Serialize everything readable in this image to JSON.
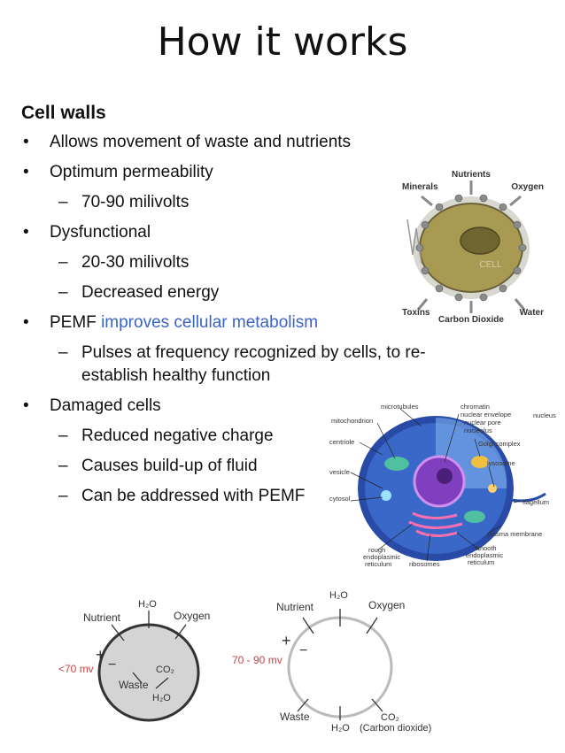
{
  "title": "How it works",
  "section_heading": "Cell walls",
  "bullets": {
    "b1": "Allows movement of waste and nutrients",
    "b2": "Optimum permeability",
    "b2_s1": "70-90 milivolts",
    "b3": "Dysfunctional",
    "b3_s1": "20-30 milivolts",
    "b3_s2": "Decreased energy",
    "b4_prefix": "PEMF ",
    "b4_highlight": "improves cellular metabolism",
    "b4_s1": "Pulses at frequency recognized by cells, to re-establish healthy function",
    "b5": "Damaged cells",
    "b5_s1": "Reduced negative charge",
    "b5_s2": "Causes build-up of fluid",
    "b5_s3": "Can be addressed with PEMF"
  },
  "cell_diagram": {
    "nutrients": "Nutrients",
    "minerals": "Minerals",
    "oxygen": "Oxygen",
    "cell": "CELL",
    "toxins": "Toxins",
    "carbon_dioxide": "Carbon Dioxide",
    "water": "Water"
  },
  "animal_cell": {
    "microtubules": "microtubules",
    "chromatin": "chromatin",
    "nuclear_envelope": "nuclear envelope",
    "nuclear_pore": "nuclear pore",
    "nucleolus": "nucleolus",
    "nucleus": "nucleus",
    "mitochondrion": "mitochondrion",
    "golgi": "Golgi complex",
    "centriole": "centriole",
    "lysosome": "lysosome",
    "vesicle": "vesicle",
    "cytosol": "cytosol",
    "flagellum": "flagellum",
    "plasma_membrane": "plasma membrane",
    "rough_er_1": "rough",
    "rough_er_2": "endoplasmic",
    "rough_er_3": "reticulum",
    "ribosomes": "ribosomes",
    "smooth_er_1": "smooth",
    "smooth_er_2": "endoplasmic",
    "smooth_er_3": "reticulum"
  },
  "damaged_cell": {
    "nutrient": "Nutrient",
    "h2o": "H₂O",
    "oxygen": "Oxygen",
    "plus": "+",
    "minus": "−",
    "voltage": "<70 mv",
    "co2": "CO₂",
    "waste": "Waste",
    "h2o_inside": "H₂O"
  },
  "healthy_cell": {
    "h2o_top": "H₂O",
    "nutrient": "Nutrient",
    "oxygen": "Oxygen",
    "plus": "+",
    "minus": "−",
    "voltage": "70 - 90 mv",
    "waste": "Waste",
    "h2o_bottom": "H₂O",
    "co2": "CO₂",
    "carbon_dioxide": "(Carbon dioxide)"
  }
}
